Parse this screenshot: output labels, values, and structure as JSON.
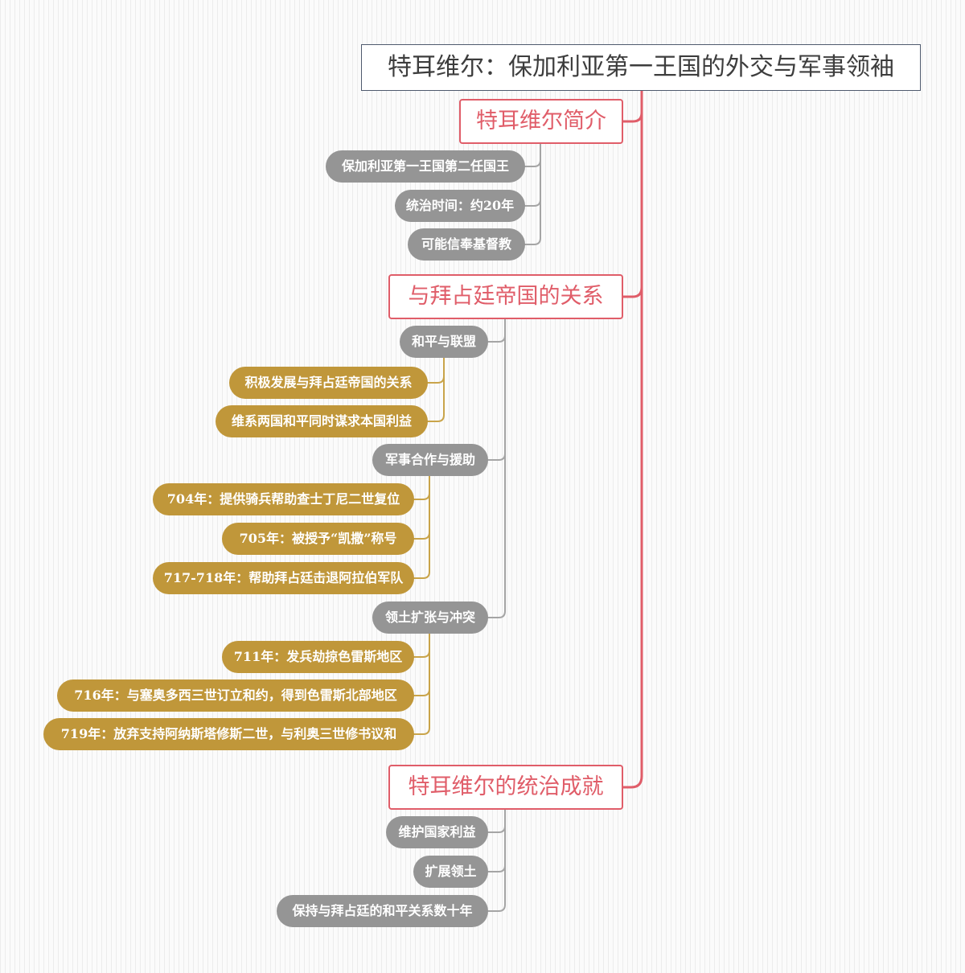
{
  "title": "特耳维尔：保加利亚第一王国的外交与军事领袖",
  "colors": {
    "root_border": "#4f5a6e",
    "topic": "#e05d69",
    "sub_gray": "#959595",
    "leaf_gold": "#c0973a",
    "gray_line": "#a5a5a5",
    "gold_line": "#c9a44a"
  },
  "topics": [
    {
      "label": "特耳维尔简介",
      "items": [
        {
          "label": "保加利亚第一王国第二任国王"
        },
        {
          "label": "统治时间：约20年"
        },
        {
          "label": "可能信奉基督教"
        }
      ]
    },
    {
      "label": "与拜占廷帝国的关系",
      "items": [
        {
          "label": "和平与联盟",
          "items": [
            {
              "label": "积极发展与拜占廷帝国的关系"
            },
            {
              "label": "维系两国和平同时谋求本国利益"
            }
          ]
        },
        {
          "label": "军事合作与援助",
          "items": [
            {
              "label": "704年：提供骑兵帮助查士丁尼二世复位"
            },
            {
              "label": "705年：被授予“凯撒”称号"
            },
            {
              "label": "717-718年：帮助拜占廷击退阿拉伯军队"
            }
          ]
        },
        {
          "label": "领土扩张与冲突",
          "items": [
            {
              "label": "711年：发兵劫掠色雷斯地区"
            },
            {
              "label": "716年：与塞奥多西三世订立和约，得到色雷斯北部地区"
            },
            {
              "label": "719年：放弃支持阿纳斯塔修斯二世，与利奥三世修书议和"
            }
          ]
        }
      ]
    },
    {
      "label": "特耳维尔的统治成就",
      "items": [
        {
          "label": "维护国家利益"
        },
        {
          "label": "扩展领土"
        },
        {
          "label": "保持与拜占廷的和平关系数十年"
        }
      ]
    }
  ]
}
